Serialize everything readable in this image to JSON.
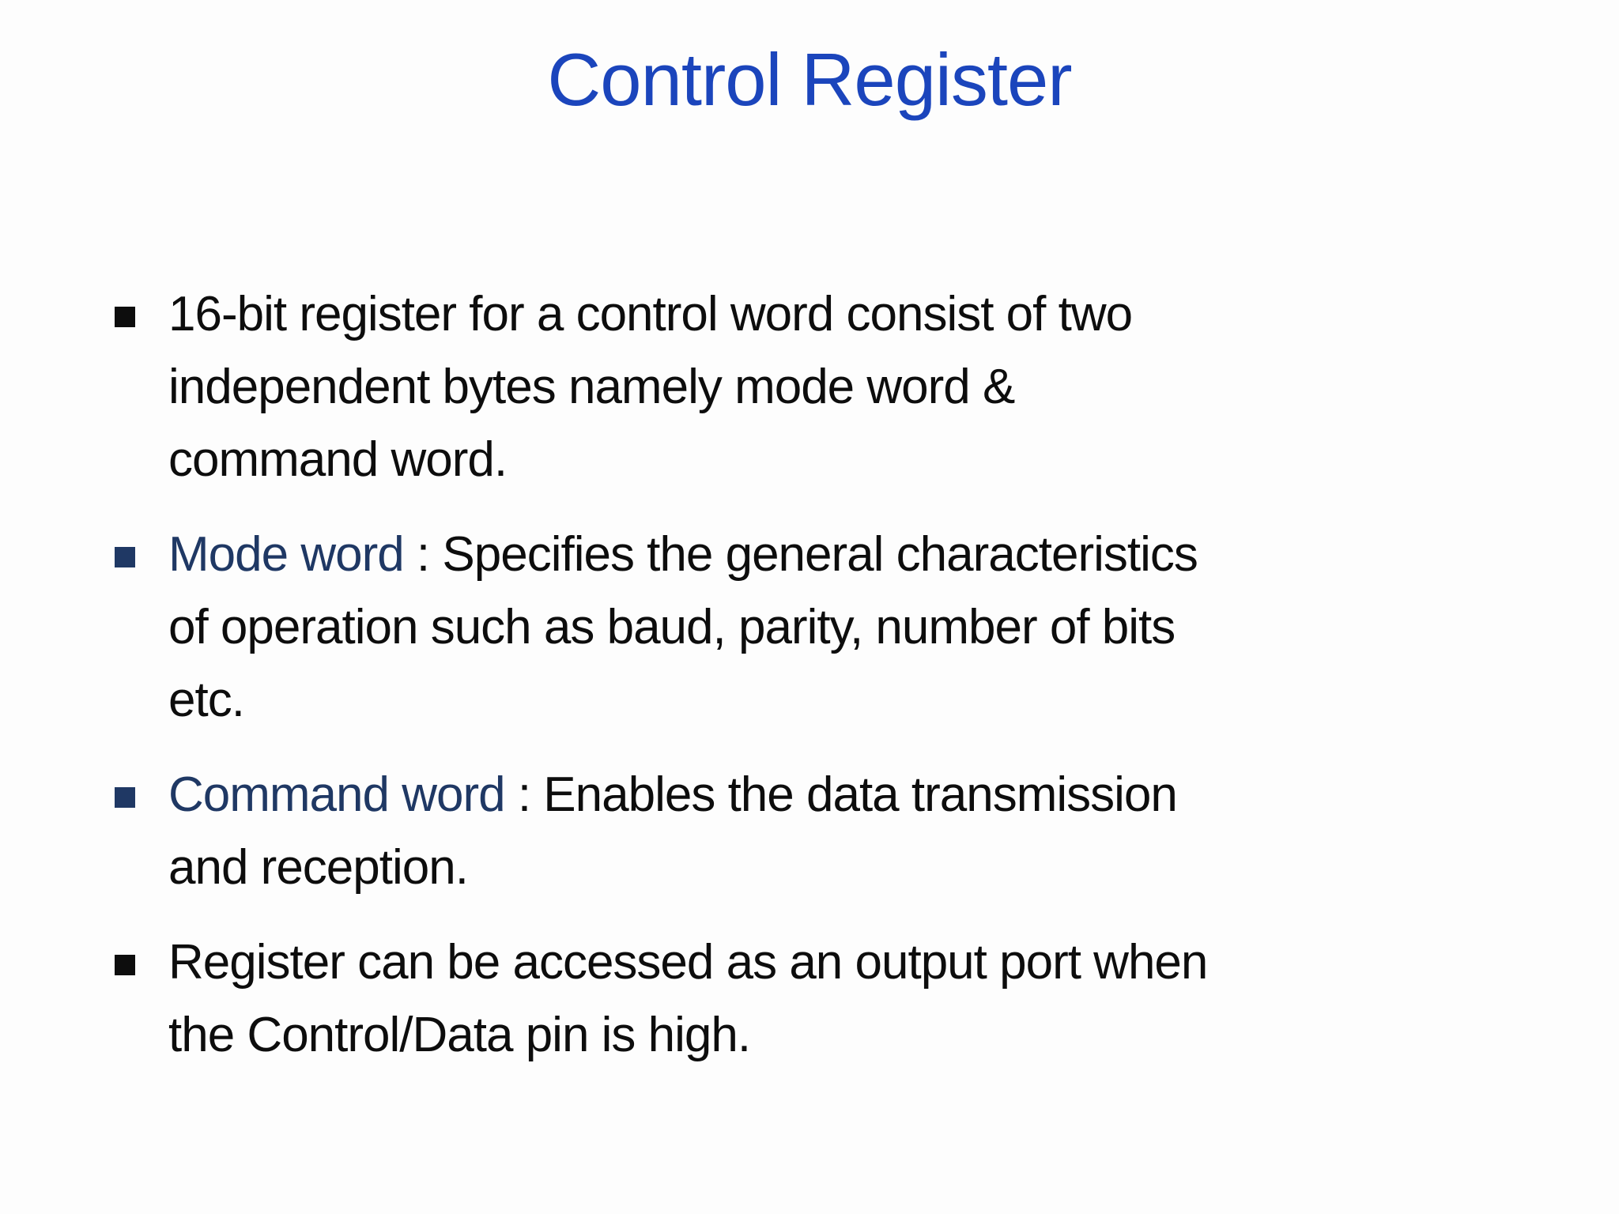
{
  "colors": {
    "title_blue": "#1b45bc",
    "navy": "#1f3864",
    "body_text": "#0d0d0d",
    "background": "#fdfdfd"
  },
  "slide": {
    "title": "Control Register",
    "bullets": [
      {
        "marker": "black-square",
        "lines": [
          {
            "segments": [
              {
                "style": "body",
                "text": "16-bit register for a control word consist of two"
              }
            ]
          },
          {
            "segments": [
              {
                "style": "body",
                "text": "independent bytes namely mode word &"
              }
            ]
          },
          {
            "segments": [
              {
                "style": "body",
                "text": "command word."
              }
            ]
          }
        ]
      },
      {
        "marker": "navy-square",
        "lines": [
          {
            "segments": [
              {
                "style": "navy",
                "text": "Mode word"
              },
              {
                "style": "body",
                "text": " : Specifies the general characteristics"
              }
            ]
          },
          {
            "segments": [
              {
                "style": "body",
                "text": "of operation such as baud, parity, number of bits"
              }
            ]
          },
          {
            "segments": [
              {
                "style": "body",
                "text": "etc."
              }
            ]
          }
        ]
      },
      {
        "marker": "navy-square",
        "lines": [
          {
            "segments": [
              {
                "style": "navy",
                "text": "Command word"
              },
              {
                "style": "body",
                "text": " : Enables the data transmission"
              }
            ]
          },
          {
            "segments": [
              {
                "style": "body",
                "text": "and reception."
              }
            ]
          }
        ]
      },
      {
        "marker": "black-square",
        "lines": [
          {
            "segments": [
              {
                "style": "body",
                "text": "Register can be accessed as an output port when"
              }
            ]
          },
          {
            "segments": [
              {
                "style": "body",
                "text": "the Control/Data pin is high."
              }
            ]
          }
        ]
      }
    ]
  }
}
